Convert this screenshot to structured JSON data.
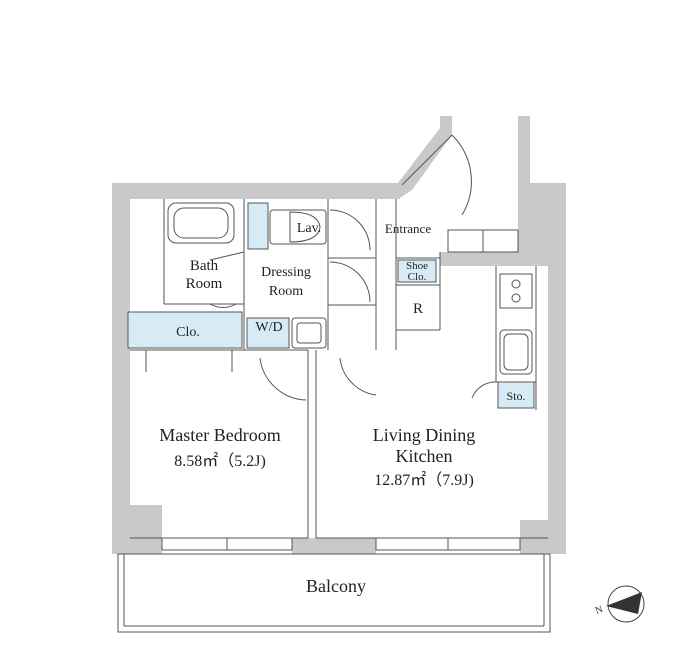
{
  "rooms": {
    "master_bedroom": {
      "name": "Master Bedroom",
      "area": "8.58㎡（5.2J)"
    },
    "ldk": {
      "name_line1": "Living Dining",
      "name_line2": "Kitchen",
      "area": "12.87㎡（7.9J)"
    },
    "bath": {
      "line1": "Bath",
      "line2": "Room"
    },
    "dressing": {
      "line1": "Dressing",
      "line2": "Room"
    },
    "lav": "Lav.",
    "wd": "W/D",
    "clo": "Clo.",
    "entrance": "Entrance",
    "shoe_clo": {
      "line1": "Shoe",
      "line2": "Clo."
    },
    "refrigerator": "R",
    "storage": "Sto.",
    "balcony": "Balcony"
  },
  "compass": {
    "label": "N"
  },
  "colors": {
    "wall": "#c9c9cb",
    "storage_fill": "#d6ebf5",
    "line": "#555555"
  }
}
